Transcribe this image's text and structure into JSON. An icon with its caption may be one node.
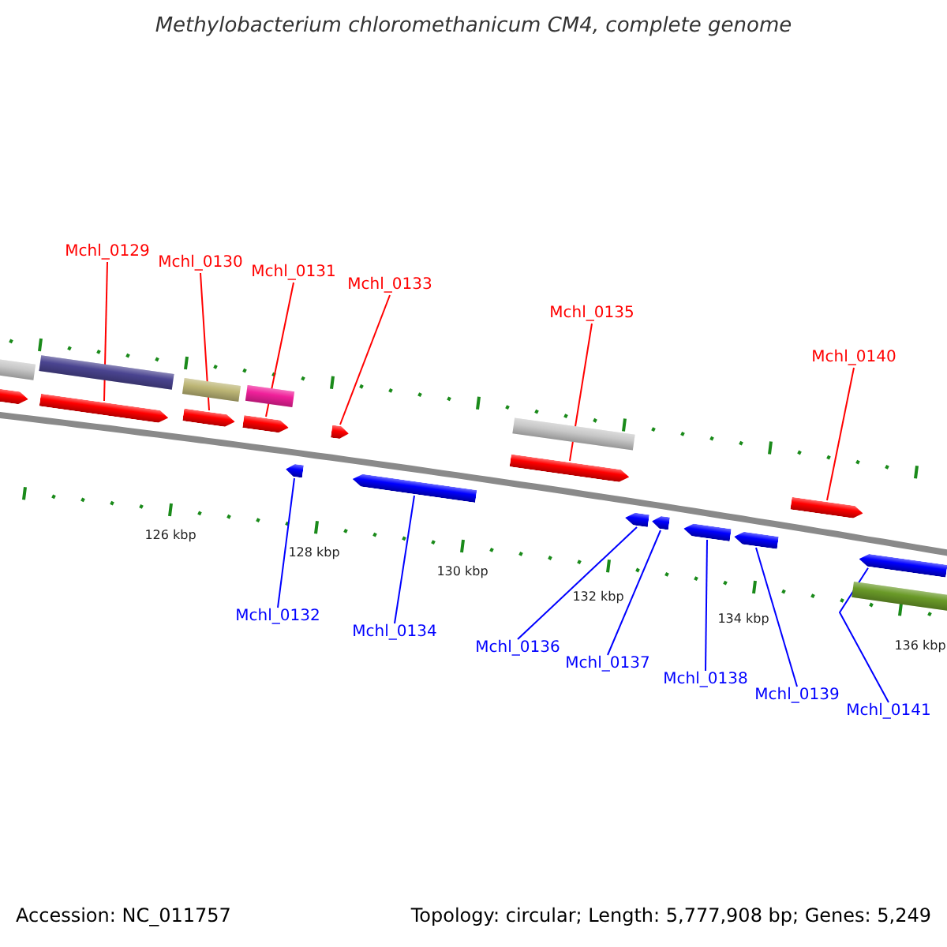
{
  "diagram": {
    "title": "Methylobacterium chloromethanicum CM4, complete genome",
    "nodes": [
      {
        "text": [
          "Mchl_0129"
        ]
      },
      {
        "text": [
          "Mchl_0130"
        ]
      },
      {
        "text": [
          "Mchl_0131"
        ]
      },
      {
        "text": [
          "Mchl_0133"
        ]
      },
      {
        "text": [
          "Mchl_0135"
        ]
      },
      {
        "text": [
          "Mchl_0140"
        ]
      },
      {
        "text": [
          "Mchl_0132"
        ]
      },
      {
        "text": [
          "Mchl_0134"
        ]
      },
      {
        "text": [
          "Mchl_0136"
        ]
      },
      {
        "text": [
          "Mchl_0137"
        ]
      },
      {
        "text": [
          "Mchl_0138"
        ]
      },
      {
        "text": [
          "Mchl_0139"
        ]
      },
      {
        "text": [
          "Mchl_0141"
        ]
      },
      {
        "text": [],
        "shape": "pentagon"
      },
      {
        "text": [],
        "shape": "pentagon"
      },
      {
        "text": [],
        "shape": "pentagon"
      },
      {
        "text": [],
        "shape": "pentagon"
      },
      {
        "text": [],
        "shape": "pentagon"
      },
      {
        "text": [],
        "shape": "pentagon"
      },
      {
        "text": [],
        "shape": "pentagon"
      },
      {
        "text": [],
        "shape": "pentagon"
      },
      {
        "text": [],
        "shape": "pentagon"
      },
      {
        "text": [],
        "shape": "pentagon"
      },
      {
        "text": [],
        "shape": "pentagon"
      },
      {
        "text": [],
        "shape": "pentagon"
      },
      {
        "text": [],
        "shape": "pentagon"
      },
      {
        "text": [],
        "shape": "pentagon"
      },
      {
        "text": [],
        "shape": "bar"
      },
      {
        "text": [],
        "shape": "bar"
      },
      {
        "text": [],
        "shape": "bar"
      },
      {
        "text": [],
        "shape": "bar"
      },
      {
        "text": [],
        "shape": "bar"
      },
      {
        "text": [],
        "shape": "bar"
      }
    ],
    "edges": [
      {
        "from": 0,
        "to": 13,
        "arrow": "none",
        "color": "#ff0000"
      },
      {
        "from": 1,
        "to": 14,
        "arrow": "none",
        "color": "#ff0000"
      },
      {
        "from": 2,
        "to": 15,
        "arrow": "none",
        "color": "#ff0000"
      },
      {
        "from": 3,
        "to": 16,
        "arrow": "none",
        "color": "#ff0000"
      },
      {
        "from": 4,
        "to": 17,
        "arrow": "none",
        "color": "#ff0000"
      },
      {
        "from": 5,
        "to": 18,
        "arrow": "none",
        "color": "#ff0000"
      },
      {
        "from": 6,
        "to": 19,
        "arrow": "none"
      },
      {
        "from": 7,
        "to": 20,
        "arrow": "none"
      },
      {
        "from": 8,
        "to": 21,
        "arrow": "none"
      },
      {
        "from": 9,
        "to": 22,
        "arrow": "none"
      },
      {
        "from": 10,
        "to": 23,
        "arrow": "none"
      },
      {
        "from": 11,
        "to": 24,
        "arrow": "none"
      },
      {
        "from": 12,
        "to": 25,
        "arrow": "none"
      }
    ],
    "labels": [
      "126 kbp",
      "128 kbp",
      "130 kbp",
      "132 kbp",
      "134 kbp",
      "136 kbp",
      "Accession: NC_011757",
      "Topology: circular; Length: 5,777,908 bp; Genes: 5,249"
    ]
  }
}
